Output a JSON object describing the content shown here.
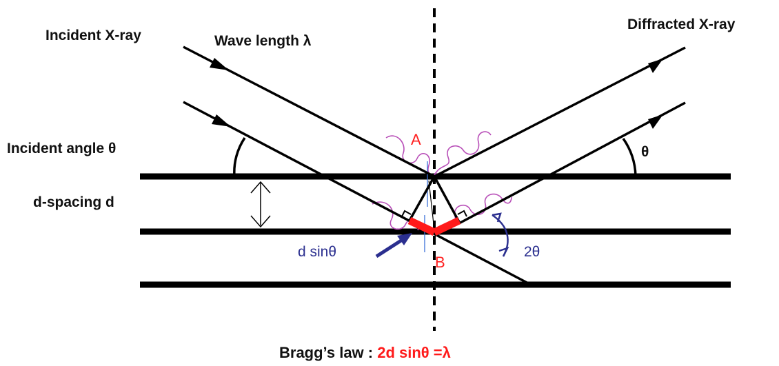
{
  "labels": {
    "incident_xray": "Incident X-ray",
    "wavelength": "Wave length λ",
    "diffracted_xray": "Diffracted X-ray",
    "incident_angle": "Incident angle θ",
    "theta": "θ",
    "d_spacing": "d-spacing  d",
    "d_sin_theta": "d sinθ",
    "two_theta": "2θ",
    "point_a": "A",
    "point_b": "B"
  },
  "law": {
    "prefix": "Bragg’s law : ",
    "formula": "2d sinθ =λ"
  },
  "colors": {
    "line": "#000000",
    "highlight": "#ff1a1a",
    "annotation": "#2b2f8f",
    "wave": "#b84fb8",
    "normal": "#3a6fd8"
  }
}
